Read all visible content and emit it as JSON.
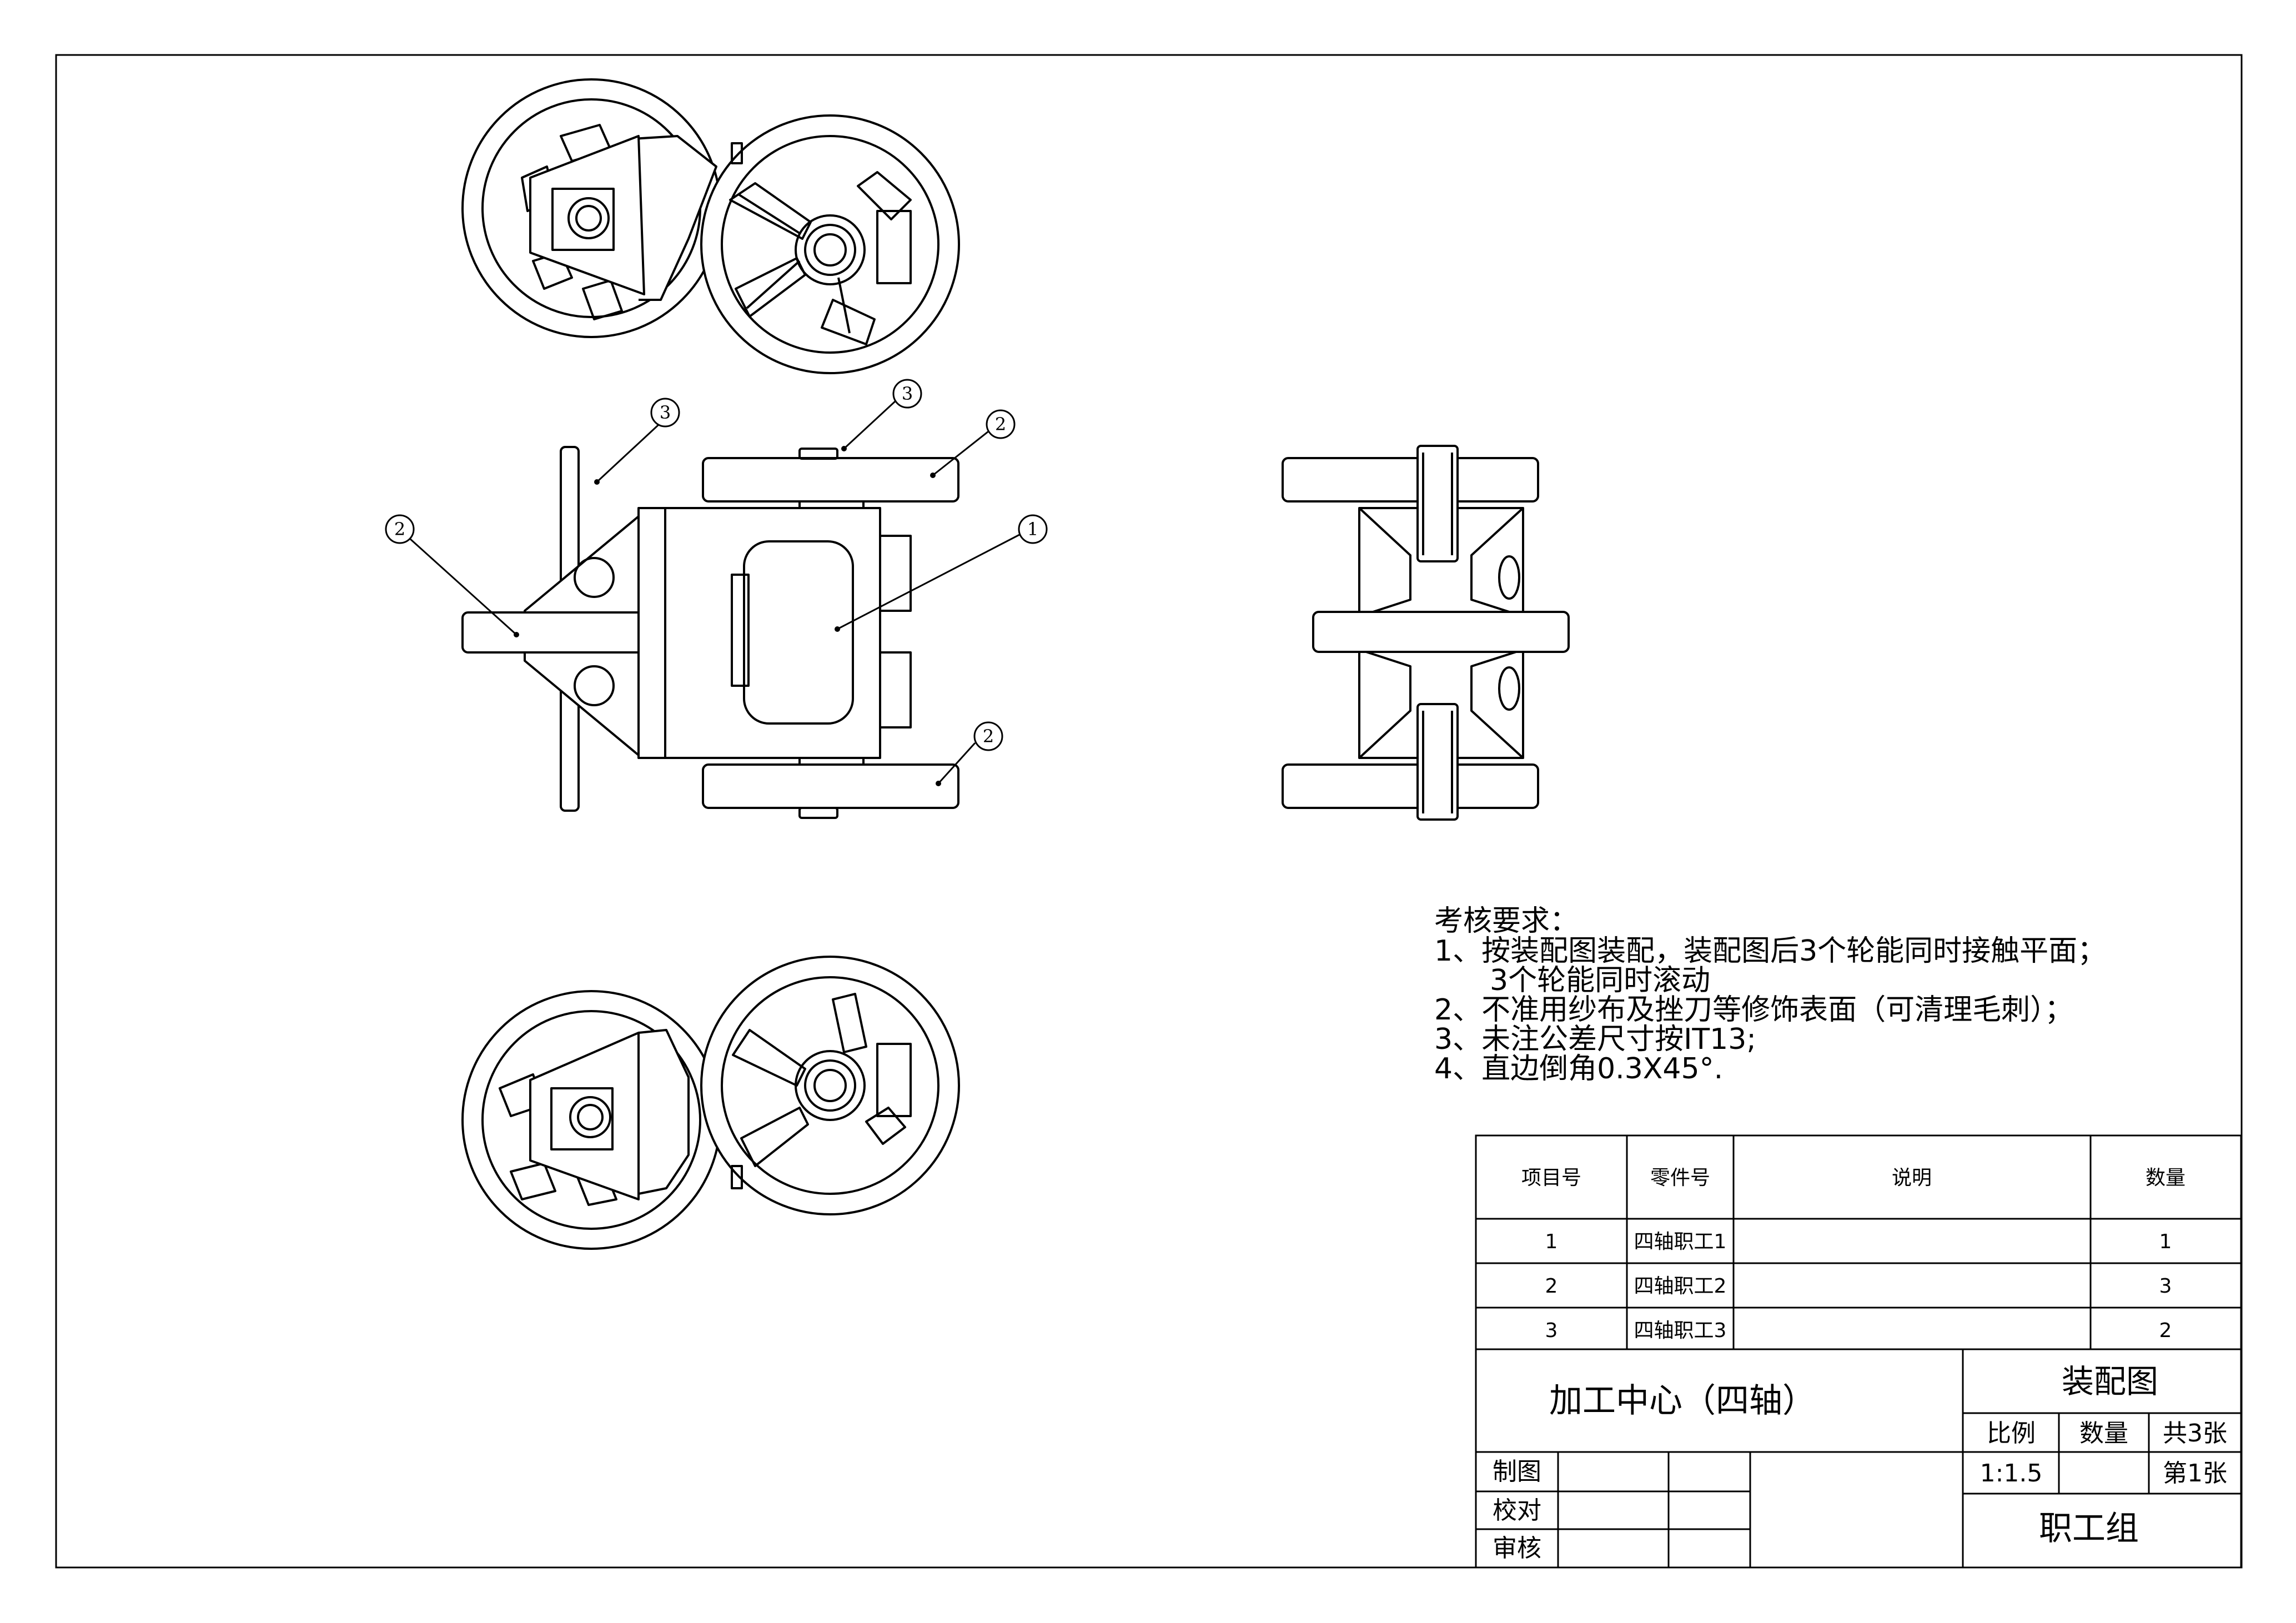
{
  "balloons": {
    "front_top_left": "3",
    "front_left": "2",
    "front_top_center": "3",
    "front_top_right": "2",
    "front_body": "1",
    "front_bottom_right": "2"
  },
  "requirements": {
    "heading": "考核要求：",
    "lines": [
      "1、按装配图装配，装配图后3个轮能同时接触平面；",
      "3个轮能同时滚动",
      "2、不准用纱布及挫刀等修饰表面（可清理毛刺）；",
      "3、未注公差尺寸按IT13;",
      "4、直边倒角0.3X45°."
    ]
  },
  "bom": {
    "headers": [
      "项目号",
      "零件号",
      "说明",
      "数量"
    ],
    "rows": [
      [
        "1",
        "四轴职工1",
        "",
        "1"
      ],
      [
        "2",
        "四轴职工2",
        "",
        "3"
      ],
      [
        "3",
        "四轴职工3",
        "",
        "2"
      ]
    ]
  },
  "title_block": {
    "project": "加工中心（四轴）",
    "drawing_type": "装配图",
    "scale_label": "比例",
    "qty_label": "数量",
    "total_sheets": "共3张",
    "scale_value": "1:1.5",
    "sheet_no": "第1张",
    "drawn": "制图",
    "checked": "校对",
    "reviewed": "审核",
    "group": "职工组"
  }
}
